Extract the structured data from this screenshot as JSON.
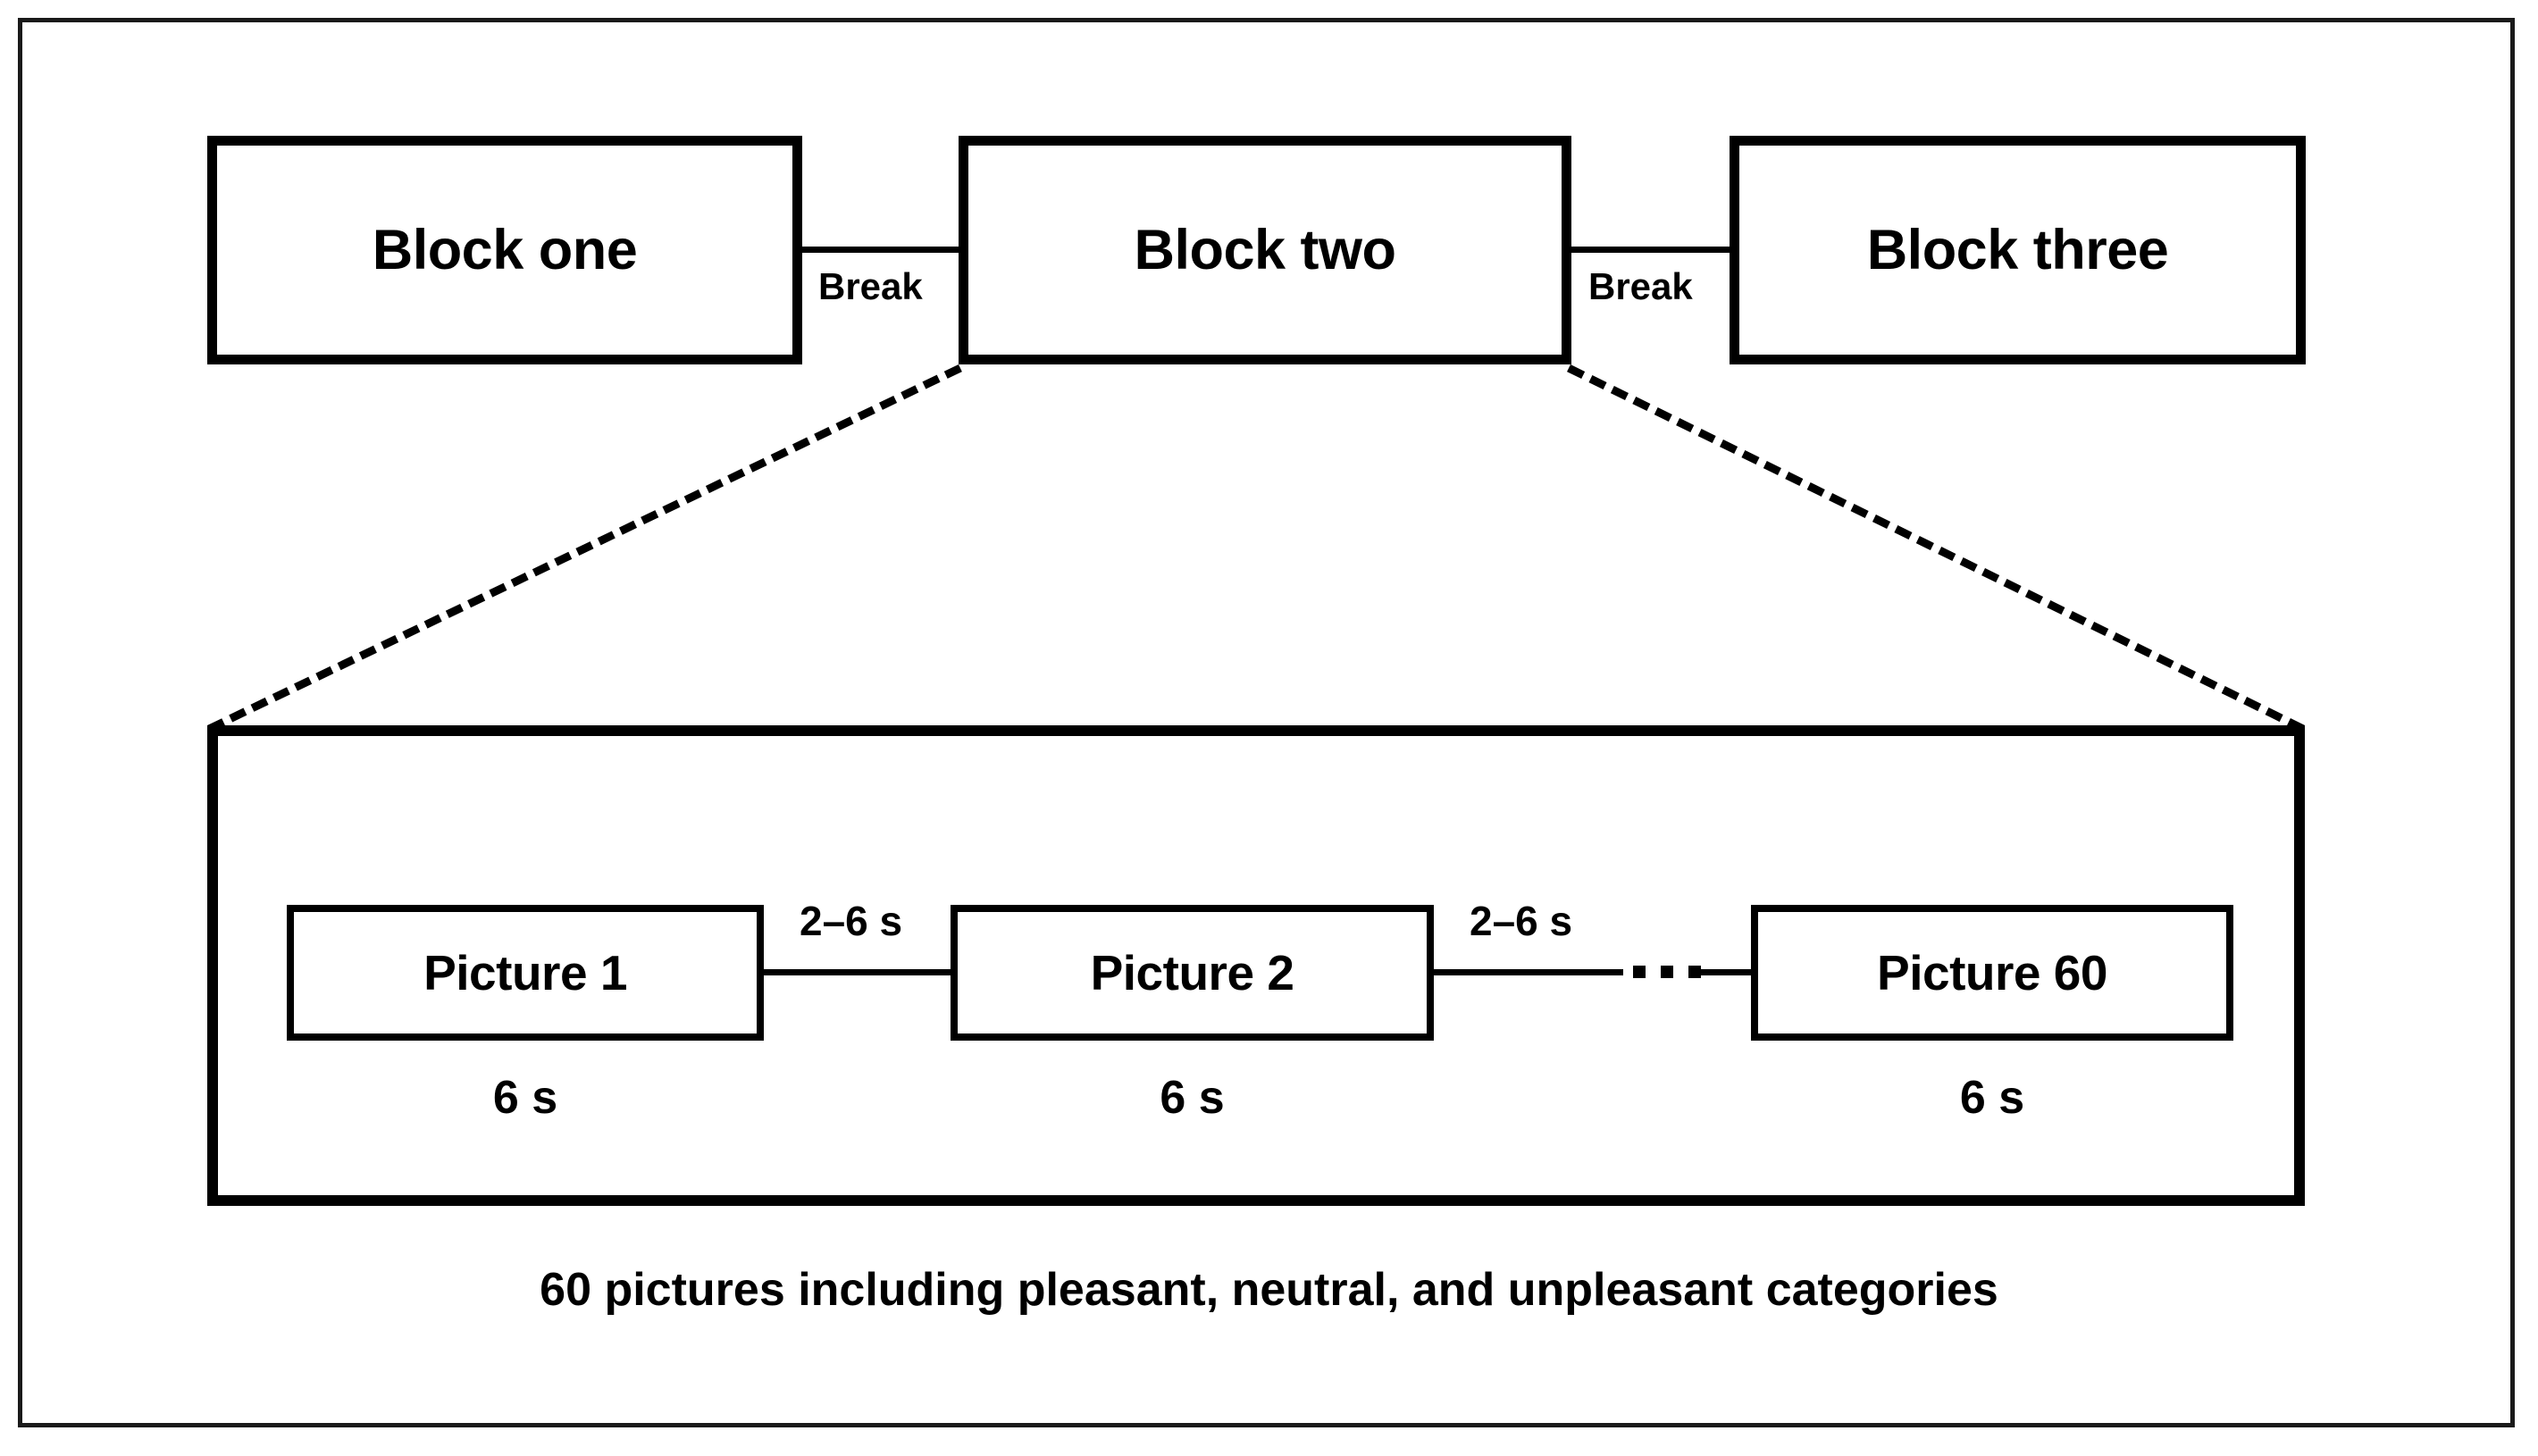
{
  "figure": {
    "type": "experimental-design-flow-diagram",
    "caption": "60 pictures including pleasant, neutral, and unpleasant categories"
  },
  "blocks": [
    {
      "label": "Block one"
    },
    {
      "label": "Block two"
    },
    {
      "label": "Block three"
    }
  ],
  "breaks": [
    {
      "label": "Break"
    },
    {
      "label": "Break"
    }
  ],
  "trials": [
    {
      "label": "Picture 1",
      "duration": "6 s"
    },
    {
      "label": "Picture 2",
      "duration": "6 s"
    },
    {
      "label": "Picture 60",
      "duration": "6 s"
    }
  ],
  "intervals": [
    {
      "label": "2–6 s"
    },
    {
      "label": "2–6 s"
    }
  ],
  "continuation": {
    "ellipsis": "…"
  },
  "colors": {
    "stroke": "#000000",
    "background": "#ffffff",
    "frame": "#1a1a1a"
  }
}
